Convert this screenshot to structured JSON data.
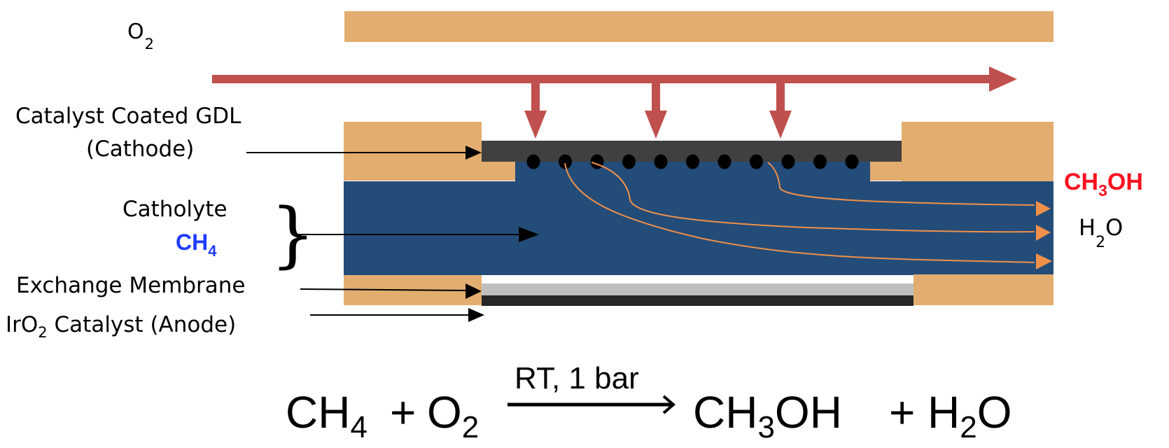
{
  "colors": {
    "frame": "#E3AD70",
    "electrolyte": "#244C78",
    "cathode": "#404040",
    "membrane": "#BFBFBF",
    "anode": "#262626",
    "o2_flow": "#C0504D",
    "product_path": "#F0904A",
    "ch4_label": "#1F3CFF",
    "ch3oh_label": "#FF1020"
  },
  "labels": {
    "o2": {
      "main": "O",
      "sub": "2"
    },
    "cathode_line1": "Catalyst Coated GDL",
    "cathode_line2": "(Cathode)",
    "catholyte": "Catholyte",
    "ch4": {
      "main": "CH",
      "sub": "4"
    },
    "membrane": "Exchange Membrane",
    "anode": {
      "pre": "IrO",
      "sub": "2",
      "post": " Catalyst (Anode)"
    },
    "ch3oh": {
      "a": "CH",
      "sub": "3",
      "b": "OH"
    },
    "h2o": {
      "a": "H",
      "sub": "2",
      "b": "O"
    }
  },
  "equation": {
    "reactant1": {
      "main": "CH",
      "sub": "4"
    },
    "plus1": "+",
    "reactant2": {
      "main": "O",
      "sub": "2"
    },
    "condition": "RT, 1 bar",
    "product1": {
      "a": "CH",
      "sub": "3",
      "b": "OH"
    },
    "plus2": "+",
    "product2": {
      "a": "H",
      "sub": "2",
      "b": "O"
    }
  },
  "catalyst_particle_count": 11,
  "o2_inlet_arrow_count": 3,
  "product_stream_count": 3
}
